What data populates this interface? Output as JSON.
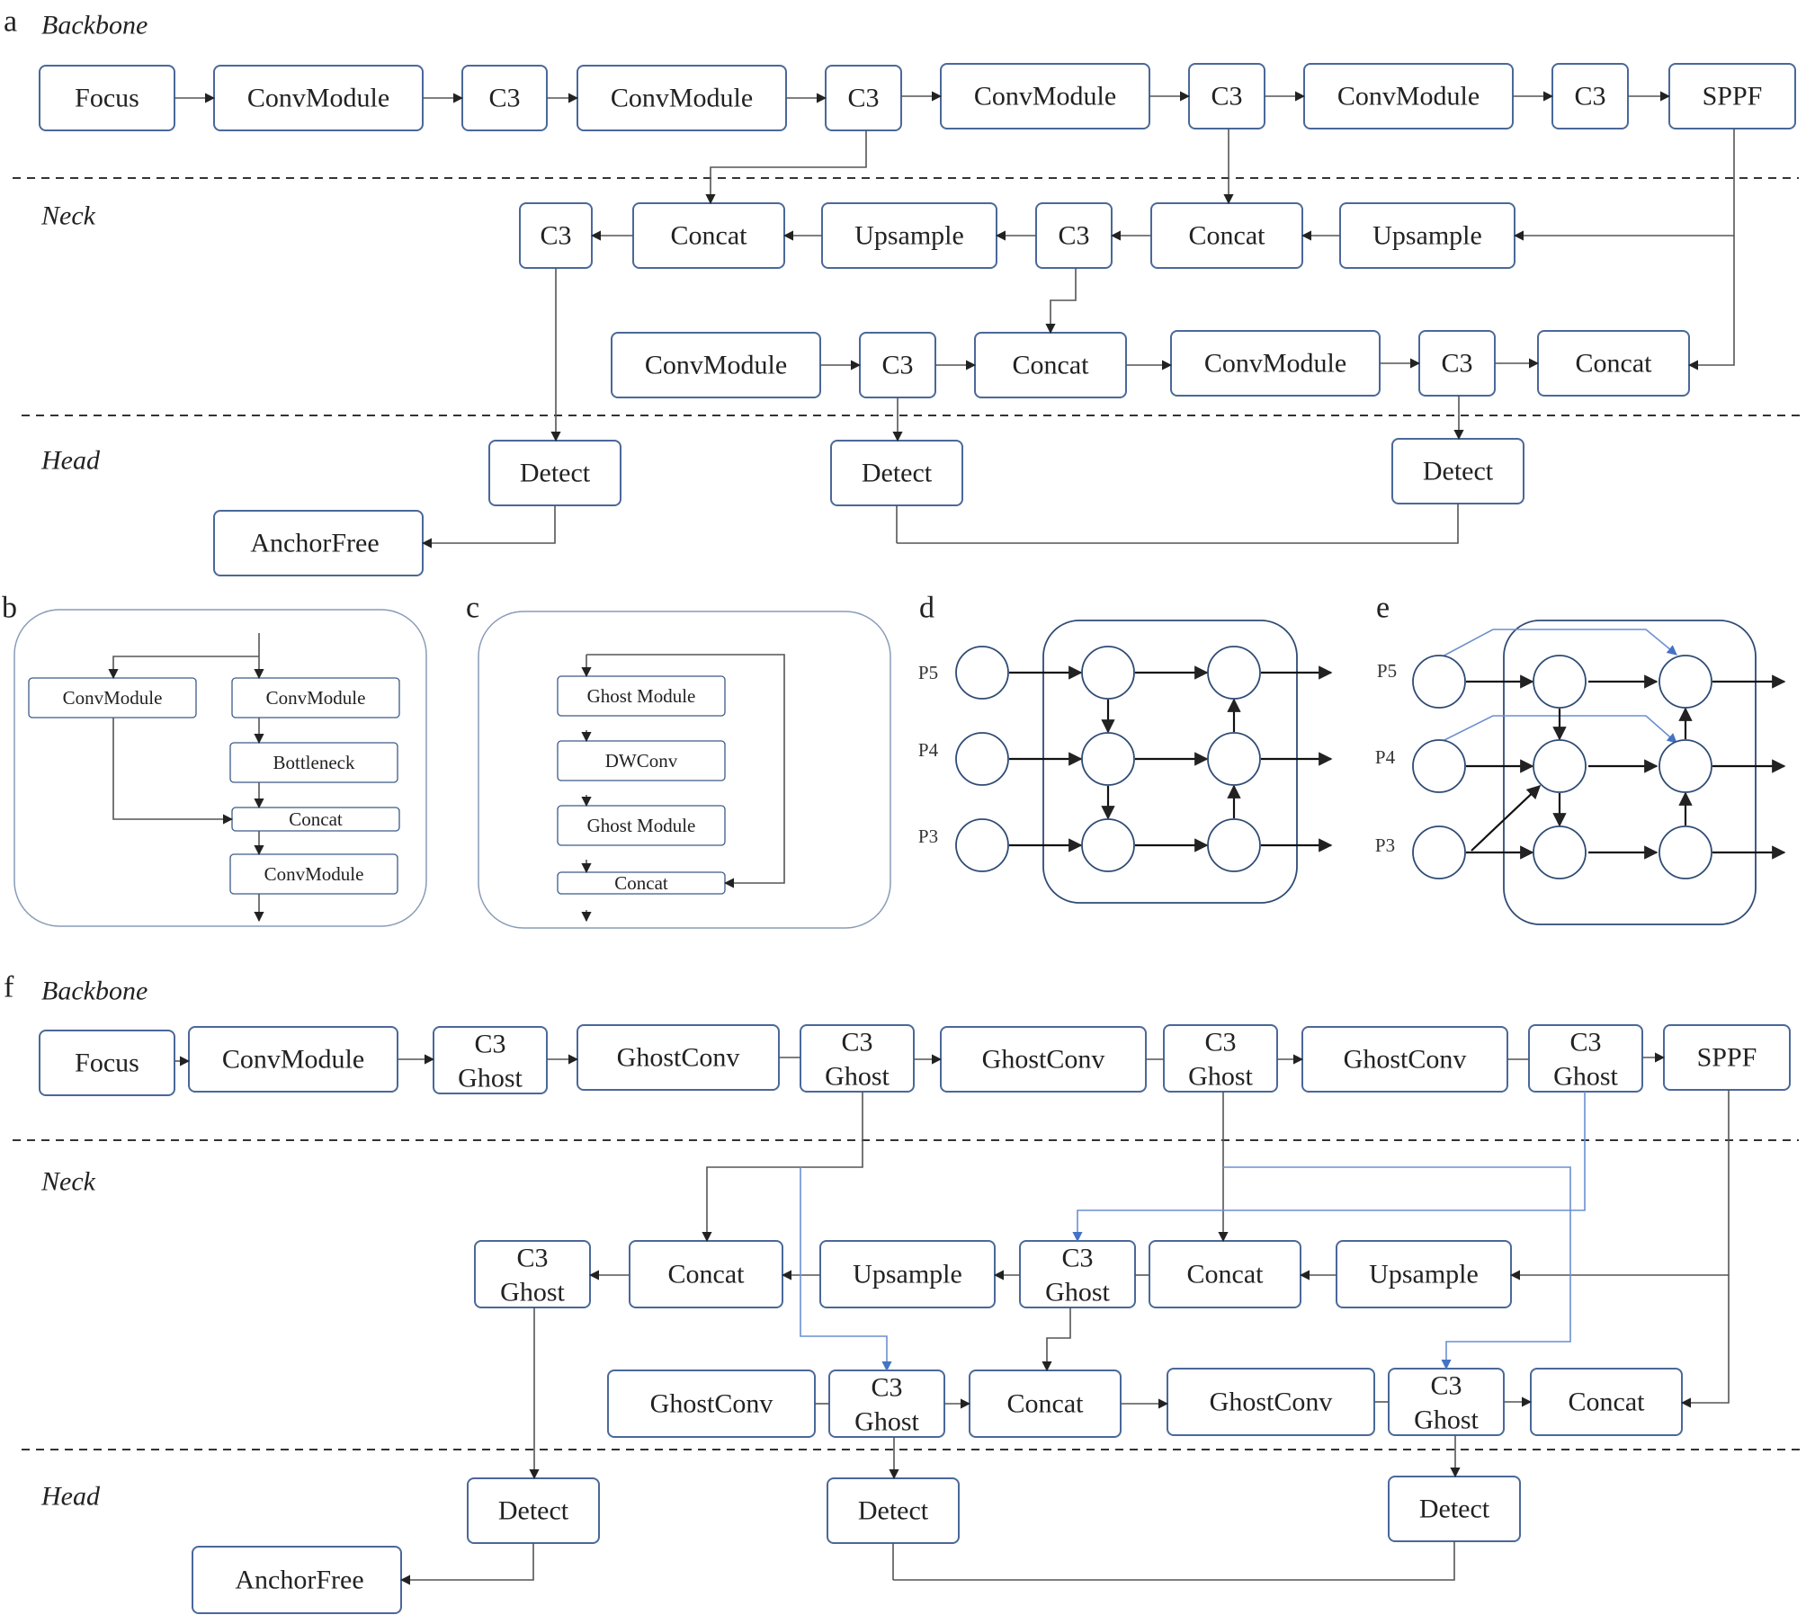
{
  "panels": {
    "a": "a",
    "b": "b",
    "c": "c",
    "d": "d",
    "e": "e",
    "f": "f"
  },
  "sections": {
    "backbone": "Backbone",
    "neck": "Neck",
    "head": "Head"
  },
  "labels": {
    "focus": "Focus",
    "conv_module": "ConvModule",
    "c3": "C3",
    "sppf": "SPPF",
    "concat": "Concat",
    "upsample": "Upsample",
    "detect": "Detect",
    "anchor_free": "AnchorFree",
    "bottleneck": "Bottleneck",
    "ghost_module": "Ghost Module",
    "dwconv": "DWConv",
    "ghost_conv": "GhostConv",
    "ghost": "Ghost",
    "p5": "P5",
    "p4": "P4",
    "p3": "P3"
  },
  "colors": {
    "box_border": "#4a6899",
    "node_blue": "#4472c4",
    "node_navy": "#44546a",
    "node_peach": "#f4b183",
    "line_blue": "#6c8fd0"
  }
}
